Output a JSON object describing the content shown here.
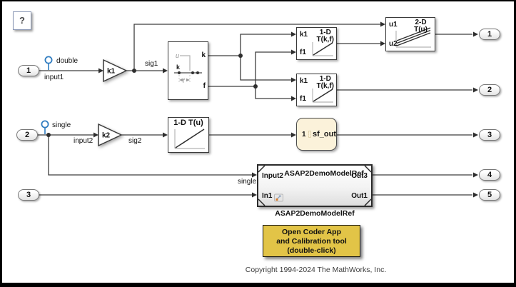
{
  "help_button": {
    "label": "?"
  },
  "inports": [
    {
      "label": "1"
    },
    {
      "label": "2"
    },
    {
      "label": "3"
    }
  ],
  "outports": [
    {
      "label": "1"
    },
    {
      "label": "2"
    },
    {
      "label": "3"
    },
    {
      "label": "4"
    },
    {
      "label": "5"
    }
  ],
  "signal_labels": {
    "double": "double",
    "input1": "input1",
    "sig1": "sig1",
    "single": "single",
    "input2": "input2",
    "sig2": "sig2",
    "modelref_in": "single"
  },
  "blocks": {
    "gain1": {
      "label": "k1"
    },
    "gain2": {
      "label": "k2"
    },
    "prelookup": {
      "out_k": "k",
      "out_f": "f",
      "icon": {
        "u": "u",
        "k": "k",
        "f": "f"
      }
    },
    "interp_top": {
      "type_line1": "1-D",
      "type_line2": "T(k,f)",
      "in_k": "k1",
      "in_f": "f1"
    },
    "interp_bottom": {
      "type_line1": "1-D",
      "type_line2": "T(k,f)",
      "in_k": "k1",
      "in_f": "f1"
    },
    "lookup_2d": {
      "type_line1": "2-D",
      "type_line2": "T(u)",
      "in_u1": "u1",
      "in_u2": "u2"
    },
    "lookup_1d": {
      "title": "1-D T(u)"
    },
    "sf_out": {
      "port": "1",
      "name": "sf_out"
    },
    "model_ref": {
      "title": "ASAP2DemoModelRef",
      "in_1": "Input2",
      "in_2": "In1",
      "out_1": "Out3",
      "out_2": "Out1",
      "caption": "ASAP2DemoModelRef"
    },
    "open_coder_button": {
      "line1": "Open Coder App",
      "line2": "and Calibration tool",
      "line3": "(double-click)"
    }
  },
  "footer": {
    "copyright": "Copyright 1994-2024 The MathWorks, Inc."
  },
  "colors": {
    "sf_out_fill": "#fbf2da",
    "coder_button_fill": "#e2c447",
    "probe_blue": "#2f7cc0",
    "wire": "#3d3d3d"
  }
}
